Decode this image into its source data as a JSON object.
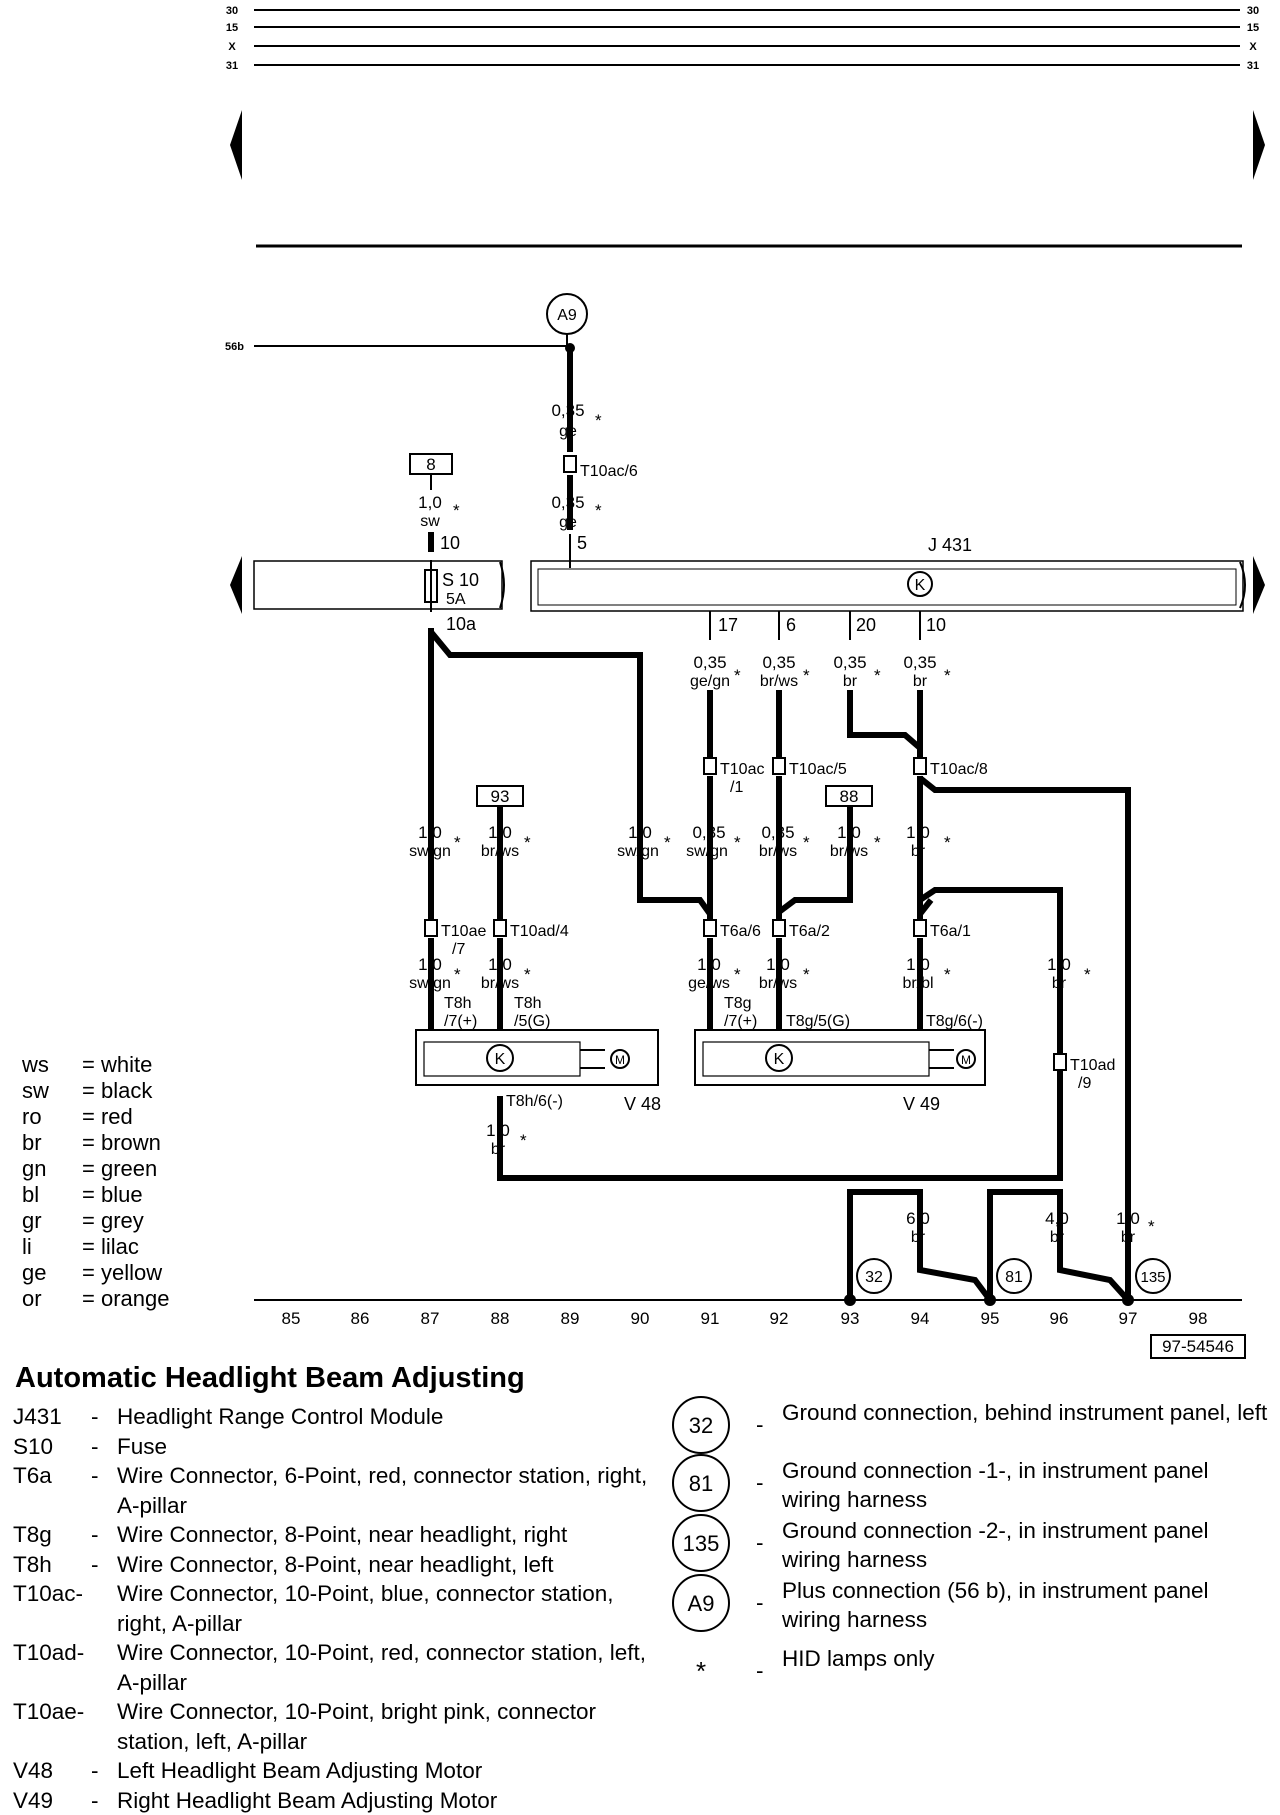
{
  "buses": [
    "30",
    "15",
    "X",
    "31"
  ],
  "terminal_56b": "56b",
  "a9_label": "A9",
  "module": {
    "code": "J 431"
  },
  "fuse": {
    "code": "S 10",
    "rating": "5A",
    "pin_in": "10",
    "pin_out": "10a"
  },
  "ref_boxes": {
    "fuse_ref": "8",
    "v48_ref": "93",
    "v49_ref": "88"
  },
  "star": "*",
  "wires": {
    "a9_top": [
      "0,35",
      "ge"
    ],
    "a9_bot": [
      "0,35",
      "ge"
    ],
    "t10ac6": "T10ac/6",
    "pin5": "5",
    "fuse_in": [
      "1,0",
      "sw"
    ],
    "p17": "17",
    "p6": "6",
    "p20": "20",
    "p10": "10",
    "w17": [
      "0,35",
      "ge/gn"
    ],
    "w6": [
      "0,35",
      "br/ws"
    ],
    "w20": [
      "0,35",
      "br"
    ],
    "w10": [
      "0,35",
      "br"
    ],
    "t10ac1_a": "T10ac",
    "t10ac1_b": "/1",
    "t10ac5": "T10ac/5",
    "t10ac8": "T10ac/8",
    "w87": [
      "1,0",
      "sw/gn"
    ],
    "w88": [
      "1,0",
      "br/ws"
    ],
    "w90": [
      "1,0",
      "sw/gn"
    ],
    "w91": [
      "0,35",
      "sw/gn"
    ],
    "w92": [
      "0,35",
      "br/ws"
    ],
    "w93": [
      "1,0",
      "br/ws"
    ],
    "w95": [
      "1,0",
      "br"
    ],
    "t10ae7_a": "T10ae",
    "t10ae7_b": "/7",
    "t10ad4": "T10ad/4",
    "t6a6": "T6a/6",
    "t6a2": "T6a/2",
    "t6a1": "T6a/1",
    "w87b": [
      "1,0",
      "sw/gn"
    ],
    "w88b": [
      "1,0",
      "br/ws"
    ],
    "w91b": [
      "1,0",
      "ge/ws"
    ],
    "w92b": [
      "1,0",
      "br/ws"
    ],
    "w95b": [
      "1,0",
      "br/bl"
    ],
    "w96": [
      "1,0",
      "br"
    ],
    "t8h7_a": "T8h",
    "t8h7_b": "/7(+)",
    "t8h5_a": "T8h",
    "t8h5_b": "/5(G)",
    "t8g7_a": "T8g",
    "t8g7_b": "/7(+)",
    "t8g5": "T8g/5(G)",
    "t8g6": "T8g/6(-)",
    "t8h6": "T8h/6(-)",
    "t10ad9_a": "T10ad",
    "t10ad9_b": "/9",
    "w88c": [
      "1,0",
      "br"
    ],
    "w94": [
      "6,0",
      "br"
    ],
    "w96b": [
      "4,0",
      "br"
    ],
    "w97": [
      "1,0",
      "br"
    ]
  },
  "motors": {
    "left": "V 48",
    "right": "V 49",
    "motor_symbol": "M",
    "control_symbol": "K"
  },
  "ground_symbols": [
    "32",
    "81",
    "135"
  ],
  "columns": [
    "85",
    "86",
    "87",
    "88",
    "89",
    "90",
    "91",
    "92",
    "93",
    "94",
    "95",
    "96",
    "97",
    "98"
  ],
  "ref_code": "97-54546",
  "color_legend": [
    {
      "abbr": "ws",
      "name": "white"
    },
    {
      "abbr": "sw",
      "name": "black"
    },
    {
      "abbr": "ro",
      "name": "red"
    },
    {
      "abbr": "br",
      "name": "brown"
    },
    {
      "abbr": "gn",
      "name": "green"
    },
    {
      "abbr": "bl",
      "name": "blue"
    },
    {
      "abbr": "gr",
      "name": "grey"
    },
    {
      "abbr": "li",
      "name": "lilac"
    },
    {
      "abbr": "ge",
      "name": "yellow"
    },
    {
      "abbr": "or",
      "name": "orange"
    }
  ],
  "title": "Automatic Headlight Beam Adjusting",
  "components": [
    {
      "code": "J431",
      "dash": "-",
      "desc": "Headlight Range Control Module"
    },
    {
      "code": "S10",
      "dash": "-",
      "desc": "Fuse"
    },
    {
      "code": "T6a",
      "dash": "-",
      "desc": "Wire Connector, 6-Point, red, connector station, right, A-pillar"
    },
    {
      "code": "T8g",
      "dash": "-",
      "desc": "Wire Connector, 8-Point, near headlight, right"
    },
    {
      "code": "T8h",
      "dash": "-",
      "desc": "Wire Connector, 8-Point, near headlight, left"
    },
    {
      "code": "T10ac-",
      "dash": "",
      "desc": "Wire Connector, 10-Point, blue, connector station, right, A-pillar"
    },
    {
      "code": "T10ad-",
      "dash": "",
      "desc": "Wire Connector, 10-Point, red, connector station, left, A-pillar"
    },
    {
      "code": "T10ae-",
      "dash": "",
      "desc": "Wire Connector, 10-Point, bright pink, connector station, left, A-pillar"
    },
    {
      "code": "V48",
      "dash": "-",
      "desc": "Left Headlight Beam Adjusting Motor"
    },
    {
      "code": "V49",
      "dash": "-",
      "desc": "Right Headlight Beam Adjusting Motor"
    }
  ],
  "connections": [
    {
      "sym": "32",
      "dash": "-",
      "desc": "Ground connection, behind instrument panel, left"
    },
    {
      "sym": "81",
      "dash": "-",
      "desc": "Ground connection -1-, in instrument panel wiring harness"
    },
    {
      "sym": "135",
      "dash": "-",
      "desc": "Ground connection -2-, in instrument panel wiring harness"
    },
    {
      "sym": "A9",
      "dash": "-",
      "desc": "Plus connection (56 b), in instrument panel wiring harness"
    },
    {
      "sym": "*",
      "dash": "-",
      "desc": "HID lamps only"
    }
  ]
}
